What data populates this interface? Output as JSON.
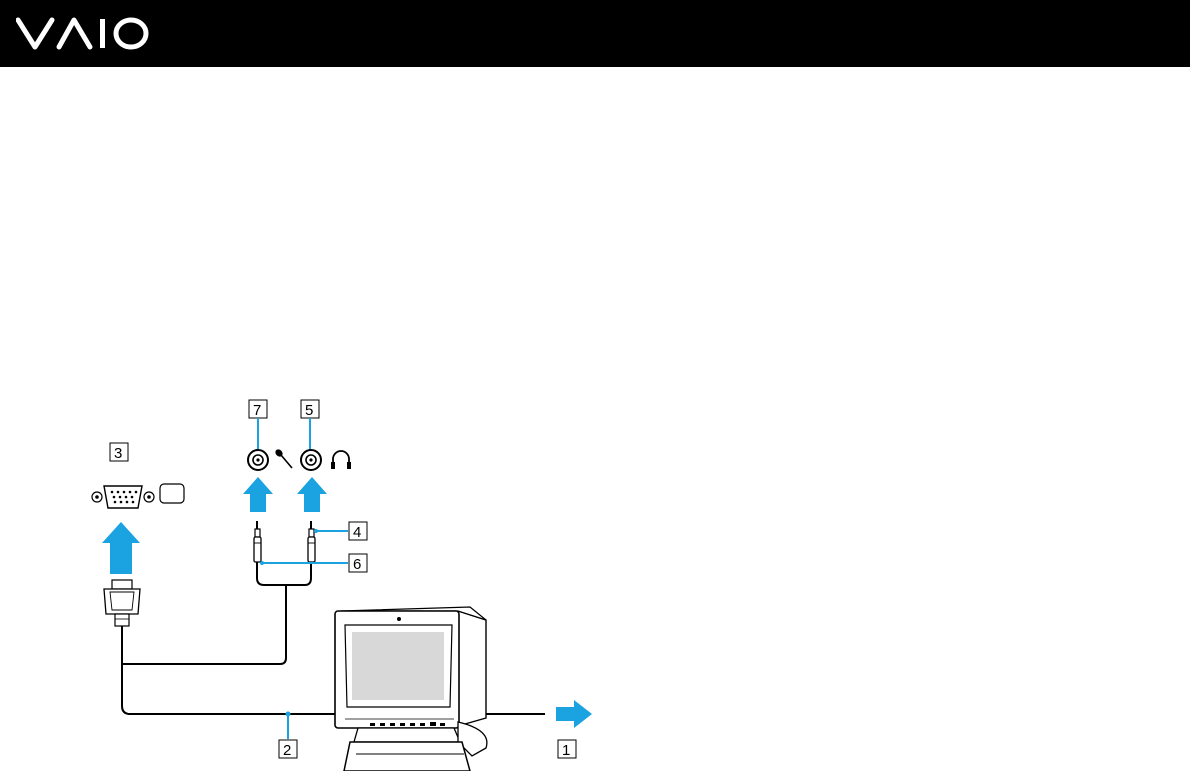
{
  "header": {
    "brand": "VAIO",
    "background": "#000000",
    "logo_color": "#ffffff"
  },
  "diagram": {
    "accent_color": "#1aa3e0",
    "callouts": [
      {
        "id": "1",
        "label": "1"
      },
      {
        "id": "2",
        "label": "2"
      },
      {
        "id": "3",
        "label": "3"
      },
      {
        "id": "4",
        "label": "4"
      },
      {
        "id": "5",
        "label": "5"
      },
      {
        "id": "6",
        "label": "6"
      },
      {
        "id": "7",
        "label": "7"
      }
    ],
    "icons": [
      "monitor-port-icon",
      "microphone-icon",
      "headphones-icon",
      "outlet-arrow-icon"
    ]
  }
}
